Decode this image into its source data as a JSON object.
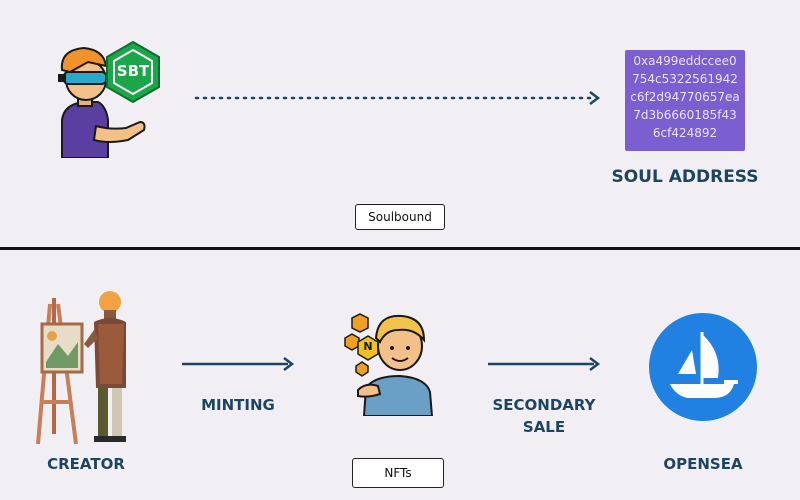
{
  "top": {
    "badge_text": "SBT",
    "soul_address_lines": [
      "0xa499eddccee0",
      "754c5322561942",
      "c6f2d94770657ea",
      "7d3b6660185f43",
      "6cf424892"
    ],
    "soul_address_label": "SOUL ADDRESS",
    "tag_label": "Soulbound"
  },
  "bottom": {
    "creator_label": "CREATOR",
    "minting_label": "MINTING",
    "nft_badge_text": "N",
    "secondary_sale_label_line1": "SECONDARY",
    "secondary_sale_label_line2": "SALE",
    "opensea_label": "OPENSEA",
    "tag_label": "NFTs"
  },
  "colors": {
    "background": "#f1eff4",
    "label": "#1e4560",
    "address_box": "#7b5fd0",
    "sbt_green": "#1ba64a",
    "opensea_blue": "#2081e2"
  },
  "icons": [
    "person-vr-icon",
    "sbt-hexagon-icon",
    "dotted-arrow-icon",
    "painter-icon",
    "nft-person-icon",
    "arrow-icon",
    "opensea-logo-icon"
  ]
}
